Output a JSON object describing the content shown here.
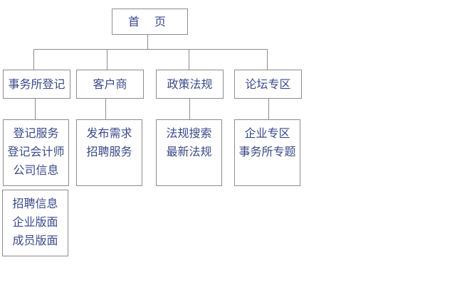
{
  "root": {
    "label": "首 页"
  },
  "categories": [
    {
      "label": "事务所登记",
      "items": [
        "登记服务",
        "登记会计师",
        "公司信息"
      ]
    },
    {
      "label": "客户商",
      "items": [
        "发布需求",
        "招聘服务"
      ]
    },
    {
      "label": "政策法规",
      "items": [
        "法规搜索",
        "最新法规"
      ]
    },
    {
      "label": "论坛专区",
      "items": [
        "企业专区",
        "事务所专题"
      ]
    }
  ],
  "extra_box": {
    "items": [
      "招聘信息",
      "企业版面",
      "成员版面"
    ]
  }
}
